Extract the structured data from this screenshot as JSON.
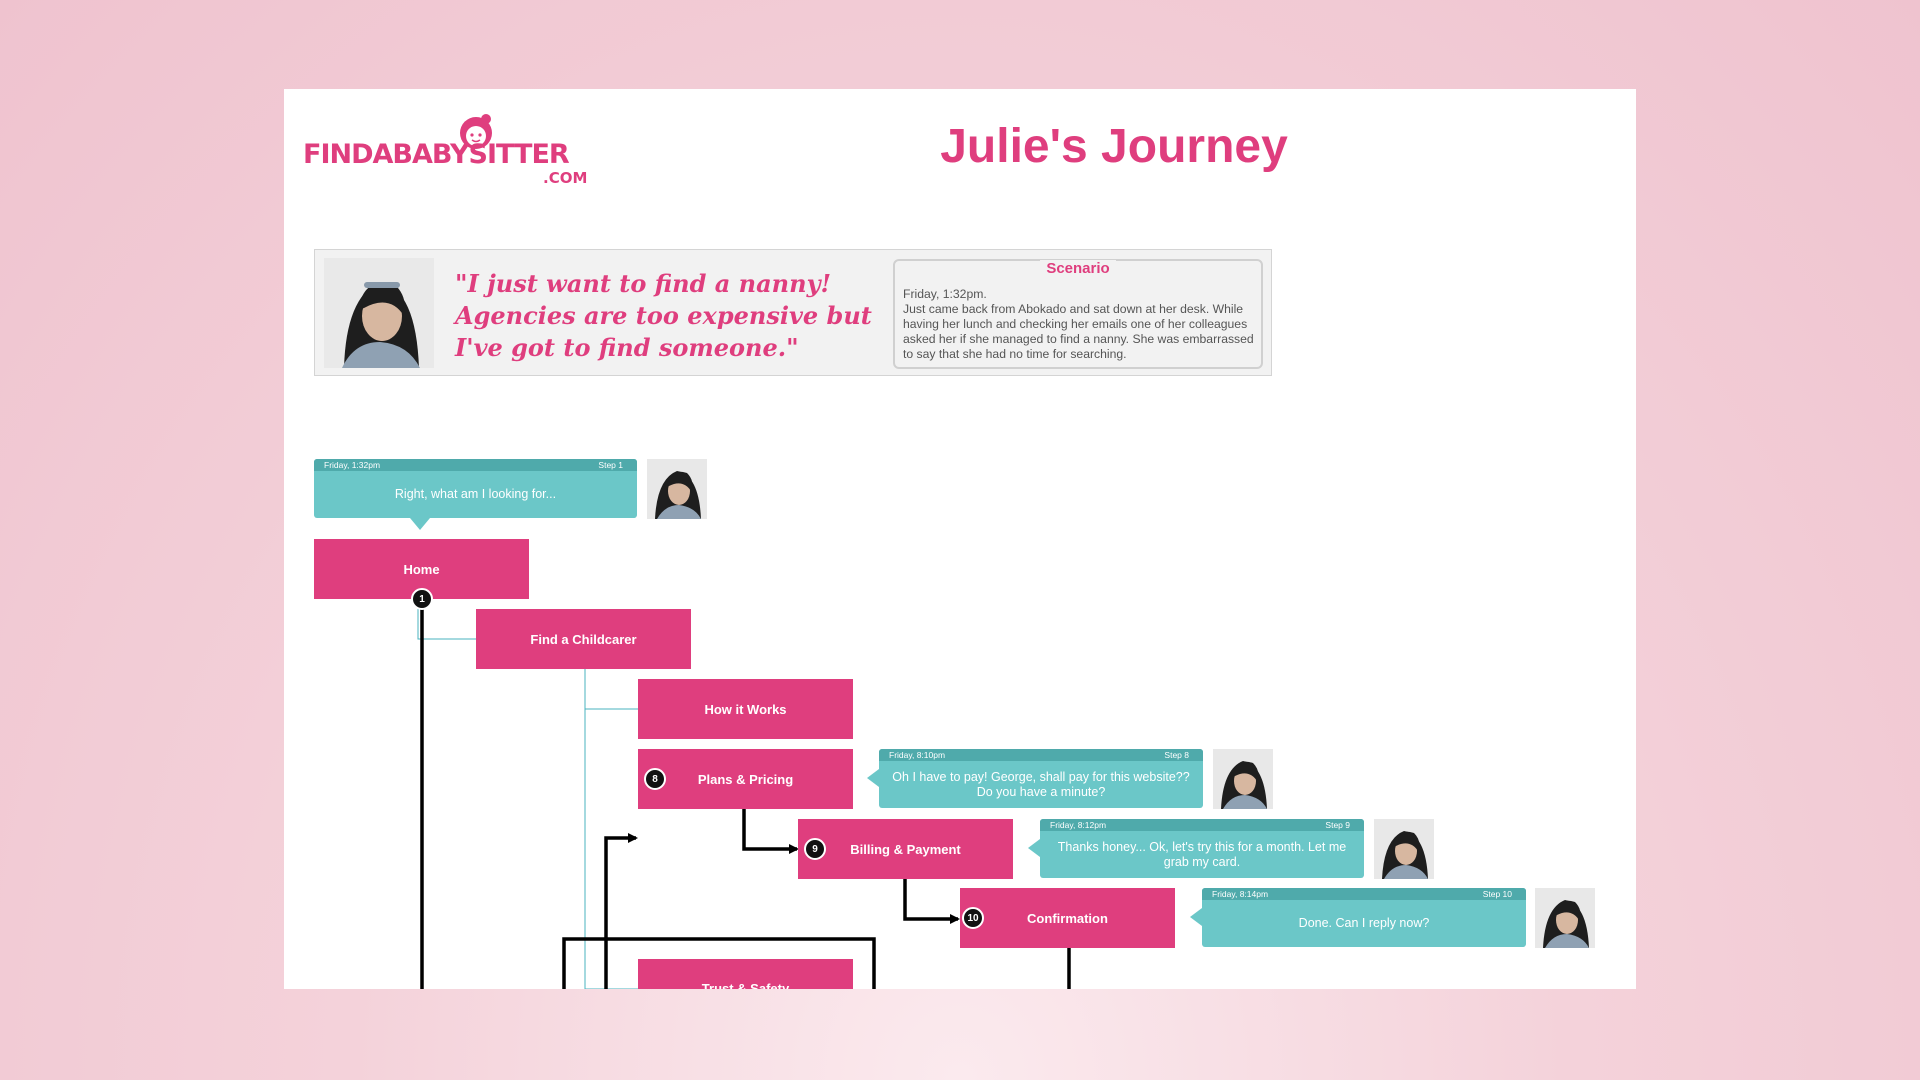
{
  "brand": {
    "logo_text": "FINDABABYSITTER",
    "logo_suffix": ".COM",
    "accent_color": "#df3e7e",
    "bubble_color": "#6bc7c8"
  },
  "page_title": "Julie's Journey",
  "persona": {
    "photo_icon": "persona-photo",
    "quote": "\"I just want to find a nanny! Agencies are too expensive but I've got to find someone.\"",
    "scenario_title": "Scenario",
    "scenario_lines": [
      "Friday, 1:32pm.",
      "Just came back from Abokado and sat down at her desk. While having her lunch and checking her emails one of her colleagues asked her if she managed to find a nanny. She was embarrassed to say that she had no time for searching."
    ]
  },
  "pages": [
    {
      "label": "Home",
      "step": "1"
    },
    {
      "label": "Find a Childcarer",
      "step": ""
    },
    {
      "label": "How it Works",
      "step": ""
    },
    {
      "label": "Plans & Pricing",
      "step": "8"
    },
    {
      "label": "Billing & Payment",
      "step": "9"
    },
    {
      "label": "Confirmation",
      "step": "10"
    },
    {
      "label": "Trust & Safety",
      "step": ""
    }
  ],
  "bubbles": [
    {
      "time": "Friday, 1:32pm",
      "step": "Step 1",
      "text": "Right, what am I looking for..."
    },
    {
      "time": "Friday, 8:10pm",
      "step": "Step 8",
      "text": "Oh I have to pay! George, shall pay for this website?? Do you have a minute?"
    },
    {
      "time": "Friday, 8:12pm",
      "step": "Step 9",
      "text": "Thanks honey... Ok, let's try this for a month. Let me grab my card."
    },
    {
      "time": "Friday, 8:14pm",
      "step": "Step 10",
      "text": "Done. Can I reply now?"
    }
  ]
}
